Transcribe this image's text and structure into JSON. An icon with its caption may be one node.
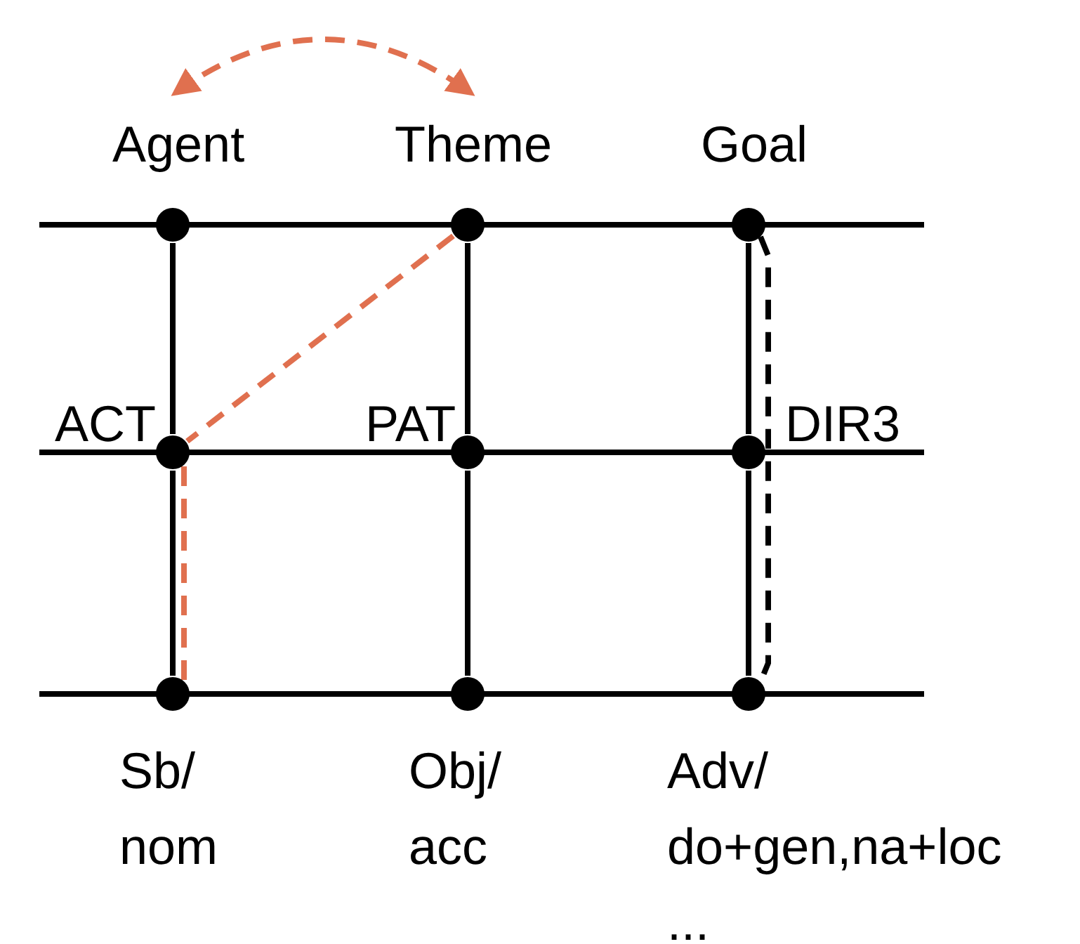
{
  "diagram": {
    "nodes": [
      {
        "text": [],
        "shape": "circle",
        "beside": [
          "Agent"
        ]
      },
      {
        "text": [],
        "shape": "circle",
        "beside": [
          "Theme"
        ]
      },
      {
        "text": [],
        "shape": "circle",
        "beside": [
          "Goal"
        ]
      },
      {
        "text": [],
        "shape": "circle",
        "beside": [
          "ACT"
        ]
      },
      {
        "text": [],
        "shape": "circle",
        "beside": [
          "PAT"
        ]
      },
      {
        "text": [],
        "shape": "circle",
        "beside": [
          "DIR3"
        ]
      },
      {
        "text": [],
        "shape": "circle",
        "beside": [
          "Sb/ nom"
        ]
      },
      {
        "text": [],
        "shape": "circle",
        "beside": [
          "Obj/ acc"
        ]
      },
      {
        "text": [],
        "shape": "circle",
        "beside": [
          "Adv/ do+gen,na+loc ..."
        ]
      }
    ],
    "edges": [
      {
        "from": 0,
        "to": 3,
        "arrow": "none"
      },
      {
        "from": 3,
        "to": 6,
        "arrow": "none"
      },
      {
        "from": 1,
        "to": 4,
        "arrow": "none"
      },
      {
        "from": 4,
        "to": 7,
        "arrow": "none"
      },
      {
        "from": 2,
        "to": 5,
        "arrow": "none"
      },
      {
        "from": 5,
        "to": 8,
        "arrow": "none"
      },
      {
        "from": 2,
        "to": 8,
        "arrow": "none",
        "style": "dashed"
      },
      {
        "from": 1,
        "to": 3,
        "arrow": "none",
        "style": "dashed",
        "color": "#e0704f"
      },
      {
        "from": 3,
        "to": 6,
        "arrow": "none",
        "style": "dashed",
        "color": "#e0704f"
      },
      {
        "from": 0,
        "to": 1,
        "arrow": "both",
        "style": "dashed",
        "color": "#e0704f"
      }
    ]
  }
}
